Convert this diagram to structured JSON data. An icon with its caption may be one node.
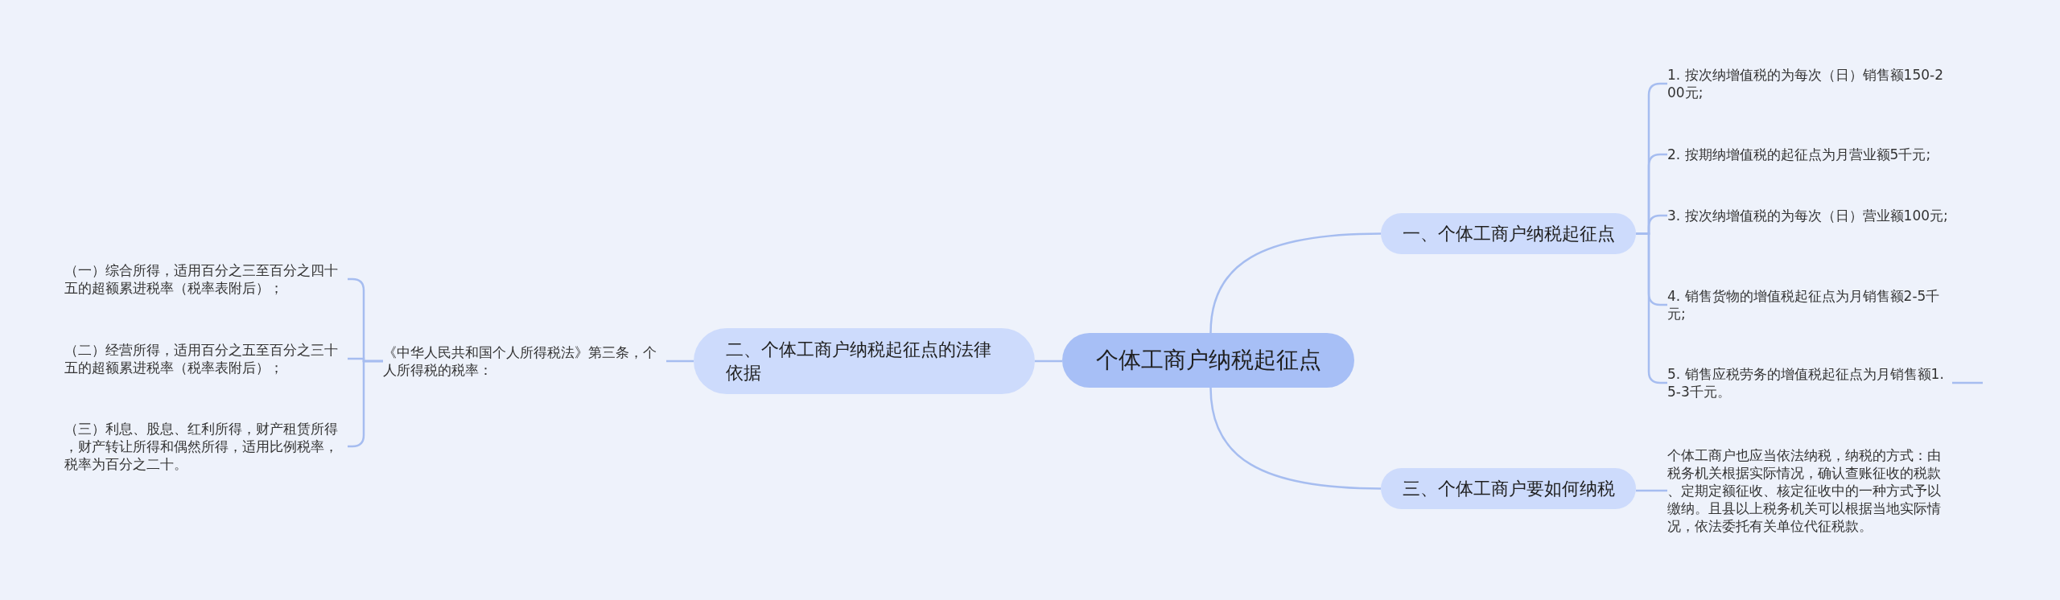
{
  "diagram": {
    "nodes": [
      {
        "text": [
          "个体工商户纳税起征点"
        ]
      },
      {
        "text": [
          "一、个体工商户纳税起征点"
        ]
      },
      {
        "text": [
          "1. 按次纳增值税的为每次（日）销售额150-200元;"
        ]
      },
      {
        "text": [
          "2. 按期纳增值税的起征点为月营业额5千元;"
        ]
      },
      {
        "text": [
          "3. 按次纳增值税的为每次（日）营业额100元;"
        ]
      },
      {
        "text": [
          "4. 销售货物的增值税起征点为月销售额2-5千元;"
        ]
      },
      {
        "text": [
          "5. 销售应税劳务的增值税起征点为月销售额1.5-3千元。"
        ]
      },
      {
        "text": [
          "二、个体工商户纳税起征点的法律依据"
        ]
      },
      {
        "text": [
          "《中华人民共和国个人所得税法》第三条，个人所得税的税率："
        ]
      },
      {
        "text": [
          "（一）综合所得，适用百分之三至百分之四十五的超额累进税率（税率表附后）；"
        ]
      },
      {
        "text": [
          "（二）经营所得，适用百分之五至百分之三十五的超额累进税率（税率表附后）；"
        ]
      },
      {
        "text": [
          "（三）利息、股息、红利所得，财产租赁所得，财产转让所得和偶然所得，适用比例税率，税率为百分之二十。"
        ]
      },
      {
        "text": [
          "三、个体工商户要如何纳税"
        ]
      },
      {
        "text": [
          "个体工商户也应当依法纳税，纳税的方式：由税务机关根据实际情况，确认查账征收的税款、定期定额征收、核定征收中的一种方式予以缴纳。且县以上税务机关可以根据当地实际情况，依法委托有关单位代征税款。"
        ]
      }
    ],
    "edges": [
      {
        "from": 0,
        "to": 1,
        "arrow": "none"
      },
      {
        "from": 1,
        "to": 2,
        "arrow": "none"
      },
      {
        "from": 1,
        "to": 3,
        "arrow": "none"
      },
      {
        "from": 1,
        "to": 4,
        "arrow": "none"
      },
      {
        "from": 1,
        "to": 5,
        "arrow": "none"
      },
      {
        "from": 1,
        "to": 6,
        "arrow": "none"
      },
      {
        "from": 6,
        "to": null,
        "arrow": "none"
      },
      {
        "from": 0,
        "to": 7,
        "arrow": "none"
      },
      {
        "from": 7,
        "to": 8,
        "arrow": "none"
      },
      {
        "from": 8,
        "to": 9,
        "arrow": "none"
      },
      {
        "from": 8,
        "to": 10,
        "arrow": "none"
      },
      {
        "from": 8,
        "to": 11,
        "arrow": "none"
      },
      {
        "from": 0,
        "to": 12,
        "arrow": "none"
      },
      {
        "from": 12,
        "to": 13,
        "arrow": "none"
      }
    ]
  }
}
